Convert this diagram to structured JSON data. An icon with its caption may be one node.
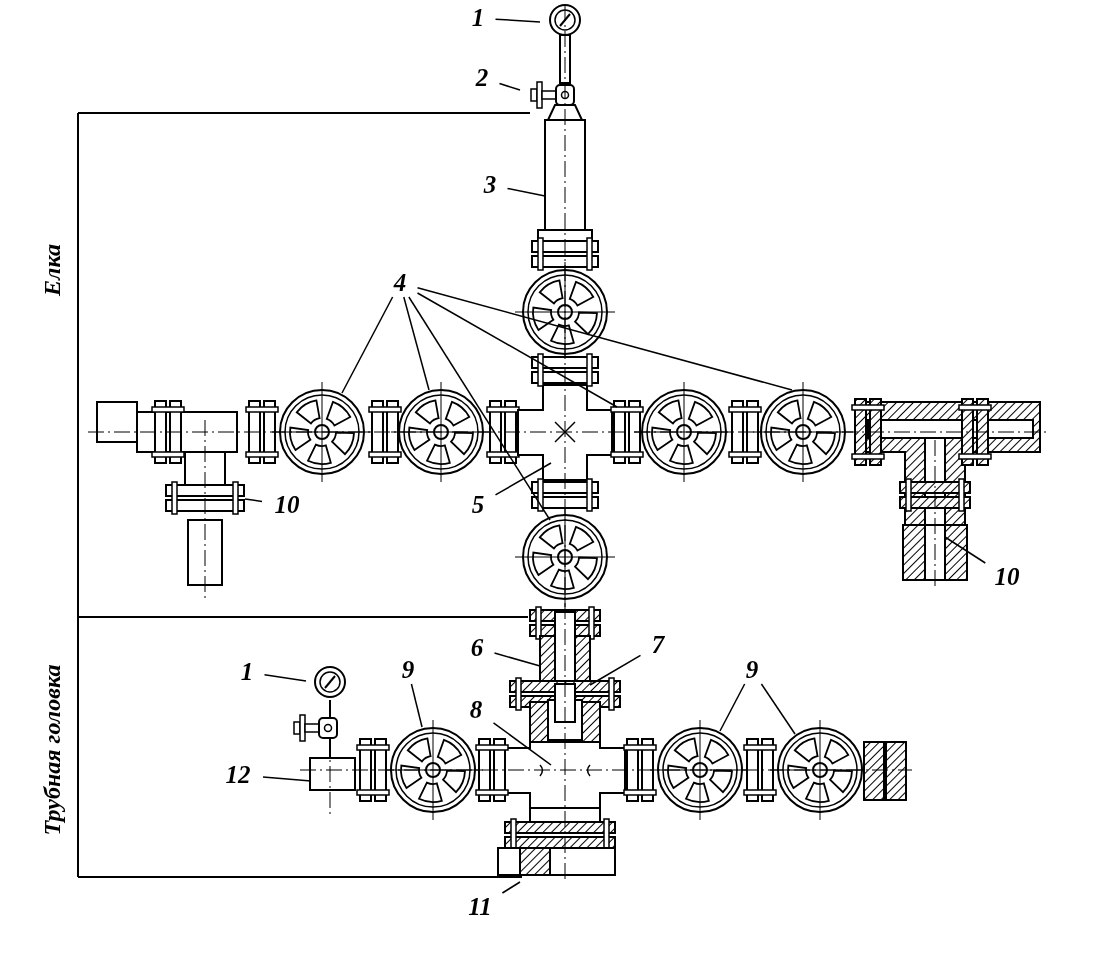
{
  "diagram": {
    "nodes": [
      {
        "text": [
          "1"
        ]
      },
      {
        "text": [
          "2"
        ]
      },
      {
        "text": [
          "3"
        ]
      },
      {
        "text": [
          "4"
        ]
      },
      {
        "text": [
          "10"
        ]
      },
      {
        "text": [
          "5"
        ]
      },
      {
        "text": [
          "10"
        ]
      },
      {
        "text": [
          "7"
        ]
      },
      {
        "text": [
          "6"
        ]
      },
      {
        "text": [
          "1"
        ]
      },
      {
        "text": [
          "9"
        ]
      },
      {
        "text": [
          "9"
        ]
      },
      {
        "text": [
          "8"
        ]
      },
      {
        "text": [
          "12"
        ]
      },
      {
        "text": [
          "11"
        ]
      }
    ],
    "edges": [
      {
        "from": 0,
        "to": null,
        "arrow": "none"
      },
      {
        "from": 1,
        "to": null,
        "arrow": "none"
      },
      {
        "from": 2,
        "to": null,
        "arrow": "none"
      },
      {
        "from": 3,
        "to": null,
        "arrow": "none"
      },
      {
        "from": 3,
        "to": null,
        "arrow": "none"
      },
      {
        "from": 3,
        "to": null,
        "arrow": "none"
      },
      {
        "from": 3,
        "to": null,
        "arrow": "none"
      },
      {
        "from": 3,
        "to": null,
        "arrow": "none"
      },
      {
        "from": 4,
        "to": null,
        "arrow": "none"
      },
      {
        "from": 5,
        "to": null,
        "arrow": "none"
      },
      {
        "from": 6,
        "to": null,
        "arrow": "none"
      },
      {
        "from": 7,
        "to": null,
        "arrow": "none"
      },
      {
        "from": 8,
        "to": null,
        "arrow": "none"
      },
      {
        "from": 9,
        "to": null,
        "arrow": "none"
      },
      {
        "from": 10,
        "to": null,
        "arrow": "none"
      },
      {
        "from": 11,
        "to": null,
        "arrow": "none"
      },
      {
        "from": 11,
        "to": null,
        "arrow": "none"
      },
      {
        "from": 12,
        "to": null,
        "arrow": "none"
      },
      {
        "from": 13,
        "to": null,
        "arrow": "none"
      },
      {
        "from": 14,
        "to": null,
        "arrow": "none"
      }
    ],
    "labels": [
      "Елка",
      "Трубная головка"
    ]
  }
}
